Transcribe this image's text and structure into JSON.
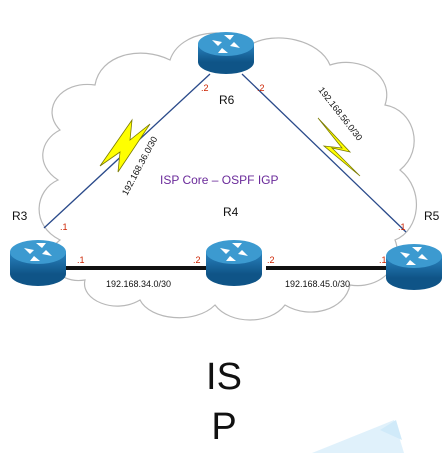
{
  "diagram": {
    "core_title": "ISP Core – OSPF IGP",
    "caption_line1": "IS",
    "caption_line2": "P",
    "routers": [
      {
        "name": "R6"
      },
      {
        "name": "R3"
      },
      {
        "name": "R4"
      },
      {
        "name": "R5"
      }
    ],
    "links": [
      {
        "subnet": "192.168.36.0/30",
        "a_port": ".1",
        "b_port": ".2"
      },
      {
        "subnet": "192.168.56.0/30",
        "a_port": ".2",
        "b_port": ".1"
      },
      {
        "subnet": "192.168.34.0/30",
        "a_port": ".1",
        "b_port": ".2"
      },
      {
        "subnet": "192.168.45.0/30",
        "a_port": ".2",
        "b_port": ".1"
      }
    ],
    "colors": {
      "router_body": "#1a6fa8",
      "router_top": "#3c9ad0",
      "serial_link": "#ffff00",
      "serial_outline": "#7a7a00",
      "cloud_outline": "#b8b8b8",
      "core_title": "#6a2a9a",
      "port_label": "#cc2200"
    }
  }
}
